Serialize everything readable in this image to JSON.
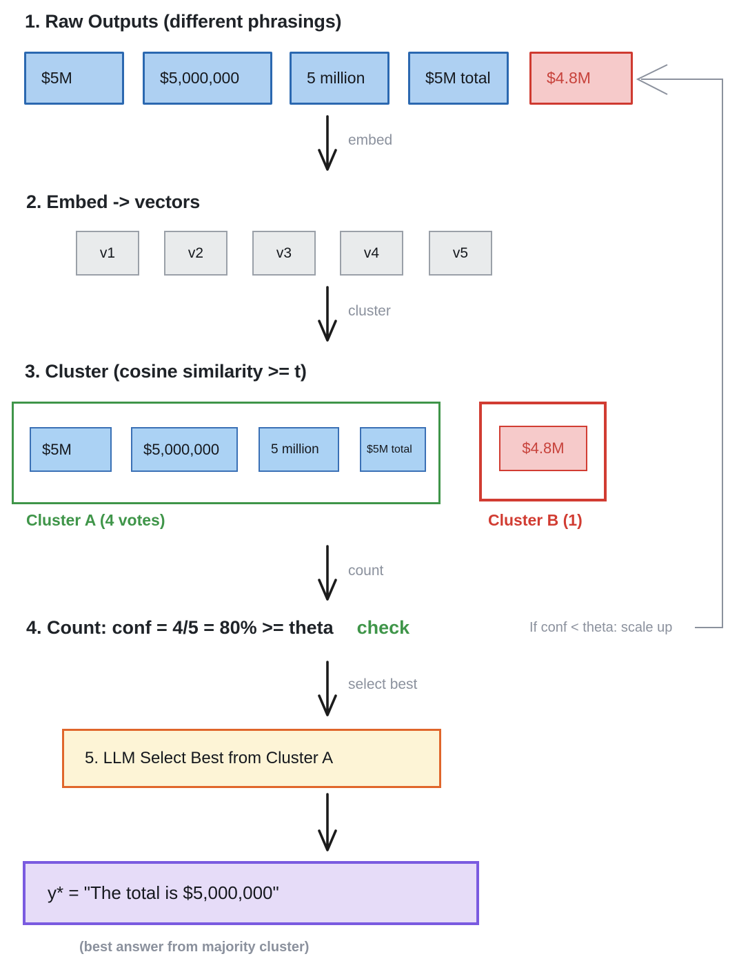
{
  "step1": {
    "title": "1. Raw Outputs (different phrasings)",
    "outputs": [
      "$5M",
      "$5,000,000",
      "5 million",
      "$5M total"
    ],
    "outlier": "$4.8M"
  },
  "arrows": {
    "embed": "embed",
    "cluster": "cluster",
    "count": "count",
    "select_best": "select best"
  },
  "step2": {
    "title": "2. Embed -> vectors",
    "vectors": [
      "v1",
      "v2",
      "v3",
      "v4",
      "v5"
    ]
  },
  "step3": {
    "title": "3. Cluster (cosine similarity >= t)",
    "cluster_a": {
      "items": [
        "$5M",
        "$5,000,000",
        "5 million",
        "$5M total"
      ],
      "label": "Cluster A (4 votes)"
    },
    "cluster_b": {
      "item": "$4.8M",
      "label": "Cluster B (1)"
    }
  },
  "step4": {
    "title": "4. Count: conf = 4/5 = 80% >= theta",
    "status": "check",
    "feedback": "If conf < theta: scale up"
  },
  "step5": {
    "title": "5. LLM Select Best from Cluster A"
  },
  "result": {
    "text": "y* = \"The total is $5,000,000\"",
    "caption": "(best answer from majority cluster)"
  },
  "icons": {
    "down_arrow": "↓",
    "feedback_arrow": "left-open-chevron-with-elbow-line"
  },
  "colors": {
    "blue_fill": "#aed0f2",
    "blue_border": "#2b68b0",
    "red_fill": "#f6caca",
    "red_border": "#cf3a30",
    "red_text": "#c7423b",
    "gray_box_fill": "#e9ebec",
    "gray_box_border": "#9aa0a8",
    "green": "#3f9549",
    "orange_border": "#e0662b",
    "orange_fill": "#fdf4d6",
    "purple_border": "#7a5be0",
    "purple_fill": "#e6dcf8",
    "gray_label": "#8b919d",
    "arrow_black": "#1c1c1c",
    "title_text": "#1f2328"
  }
}
